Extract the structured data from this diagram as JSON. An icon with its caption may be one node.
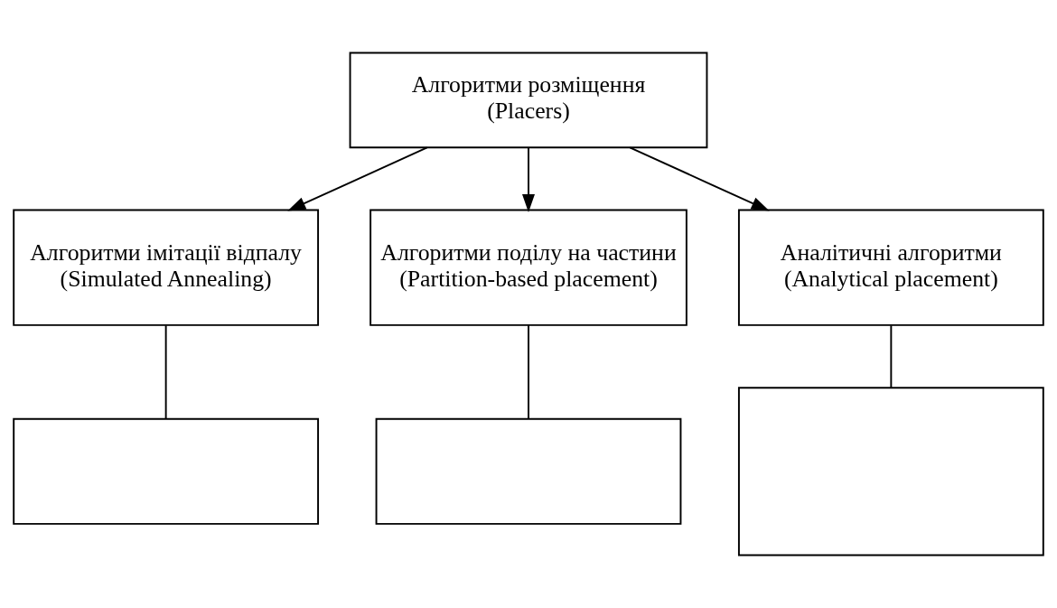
{
  "diagram": {
    "nodes": [
      {
        "text": [
          "Алгоритми розміщення",
          "(Placers)"
        ]
      },
      {
        "text": [
          "Алгоритми імітації відпалу",
          "(Simulated Annealing)"
        ]
      },
      {
        "text": [
          "Алгоритми поділу на частини",
          "(Partition-based placement)"
        ]
      },
      {
        "text": [
          "Аналітичні алгоритми",
          "(Analytical placement)"
        ]
      },
      {
        "text": [],
        "shape": "box"
      },
      {
        "text": [],
        "shape": "box"
      },
      {
        "text": [],
        "shape": "box"
      }
    ],
    "edges": [
      {
        "from": 0,
        "to": 1,
        "arrow": "to"
      },
      {
        "from": 0,
        "to": 2,
        "arrow": "to"
      },
      {
        "from": 0,
        "to": 3,
        "arrow": "to"
      },
      {
        "from": 1,
        "to": 4,
        "arrow": "none"
      },
      {
        "from": 2,
        "to": 5,
        "arrow": "none"
      },
      {
        "from": 3,
        "to": 6,
        "arrow": "none"
      }
    ]
  }
}
